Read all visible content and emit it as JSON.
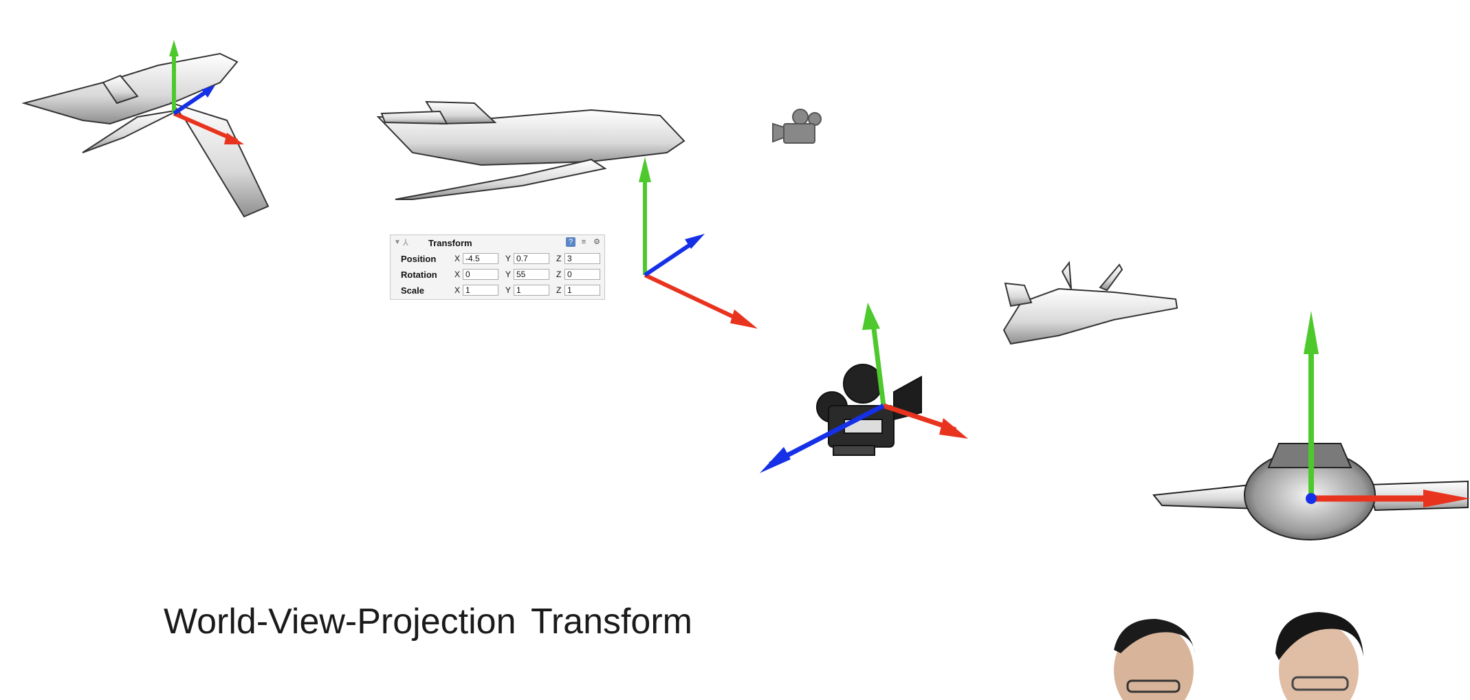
{
  "transform_panel": {
    "title": "Transform",
    "header_icons": [
      "axes-icon",
      "help-icon",
      "preset-icon",
      "gear-icon"
    ],
    "rows": [
      {
        "label": "Position",
        "x": "-4.5",
        "y": "0.7",
        "z": "3"
      },
      {
        "label": "Rotation",
        "x": "0",
        "y": "55",
        "z": "0"
      },
      {
        "label": "Scale",
        "x": "1",
        "y": "1",
        "z": "1"
      }
    ],
    "axis_letters": {
      "x": "X",
      "y": "Y",
      "z": "Z"
    }
  },
  "caption": "World-View-Projection  Transform",
  "gizmo_colors": {
    "x_axis": "#e8331e",
    "y_axis": "#4ec92d",
    "z_axis": "#1530e6"
  }
}
